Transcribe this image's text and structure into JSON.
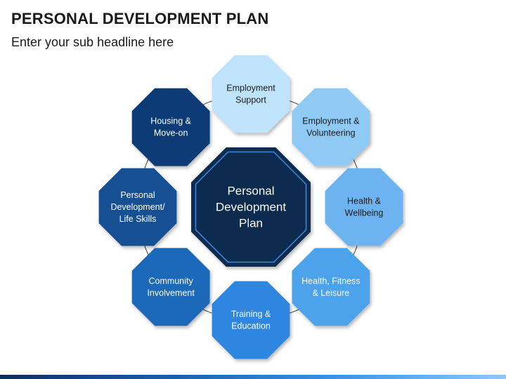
{
  "header": {
    "title": "PERSONAL DEVELOPMENT PLAN",
    "subtitle": "Enter your sub headline here"
  },
  "center": {
    "lines": [
      "Personal",
      "Development",
      "Plan"
    ],
    "color": "#0d2a4f"
  },
  "nodes": [
    {
      "lines": [
        "Employment",
        "Support"
      ],
      "color": "#bfe3fb",
      "text_color": "#1a1a1a"
    },
    {
      "lines": [
        "Employment &",
        "Volunteering"
      ],
      "color": "#8fcaf5",
      "text_color": "#1a1a1a"
    },
    {
      "lines": [
        "Health &",
        "Wellbeing"
      ],
      "color": "#6cb3f0",
      "text_color": "#1a1a1a"
    },
    {
      "lines": [
        "Health, Fitness",
        "& Leisure"
      ],
      "color": "#4ea2ec",
      "text_color": "#ffffff"
    },
    {
      "lines": [
        "Training &",
        "Education"
      ],
      "color": "#2f86e0",
      "text_color": "#ffffff"
    },
    {
      "lines": [
        "Community",
        "Involvement"
      ],
      "color": "#1e67b9",
      "text_color": "#ffffff"
    },
    {
      "lines": [
        "Personal",
        "Development/",
        "Life Skills"
      ],
      "color": "#164f94",
      "text_color": "#ffffff"
    },
    {
      "lines": [
        "Housing &",
        "Move-on"
      ],
      "color": "#0f3b76",
      "text_color": "#ffffff"
    }
  ]
}
